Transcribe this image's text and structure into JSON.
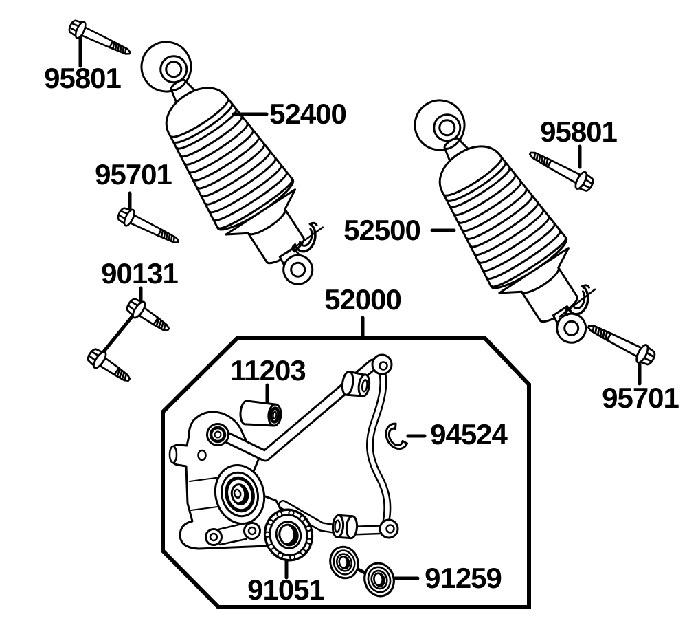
{
  "diagram": {
    "type": "exploded-parts-diagram",
    "ink_color": "#000000",
    "background_color": "#ffffff",
    "labels": [
      {
        "id": "95801-left",
        "number": "95801"
      },
      {
        "id": "52400",
        "number": "52400"
      },
      {
        "id": "95701-left",
        "number": "95701"
      },
      {
        "id": "90131",
        "number": "90131"
      },
      {
        "id": "52000",
        "number": "52000"
      },
      {
        "id": "11203",
        "number": "11203"
      },
      {
        "id": "94524",
        "number": "94524"
      },
      {
        "id": "91051",
        "number": "91051"
      },
      {
        "id": "91259",
        "number": "91259"
      },
      {
        "id": "52500",
        "number": "52500"
      },
      {
        "id": "95801-right",
        "number": "95801"
      },
      {
        "id": "95701-right",
        "number": "95701"
      }
    ]
  }
}
